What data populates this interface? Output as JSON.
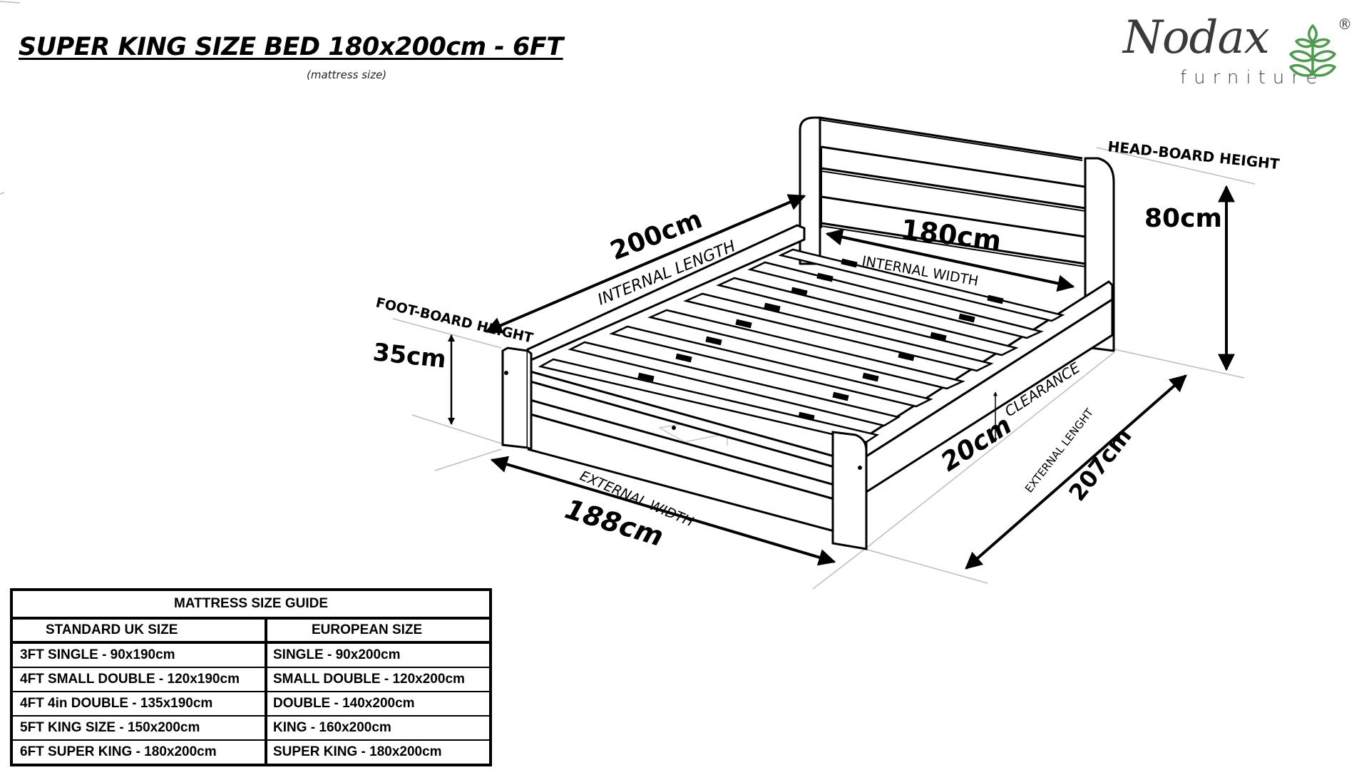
{
  "header": {
    "title": "SUPER KING SIZE BED 180x200cm - 6FT",
    "subtitle": "(mattress size)"
  },
  "logo": {
    "brand": "Nodax",
    "tagline": "furniture",
    "registered": "®",
    "icon": "leaf-icon",
    "brand_color": "#3a3a3a",
    "leaf_color": "#4e9a4e"
  },
  "diagram": {
    "internal_length": {
      "value": "200cm",
      "label": "INTERNAL LENGTH"
    },
    "internal_width": {
      "value": "180cm",
      "label": "INTERNAL WIDTH"
    },
    "headboard_height": {
      "value": "80cm",
      "label": "HEAD-BOARD HEIGHT"
    },
    "footboard_height": {
      "value": "35cm",
      "label": "FOOT-BOARD HEIGHT"
    },
    "clearance": {
      "value": "20cm",
      "label": "CLEARANCE"
    },
    "external_width": {
      "value": "188cm",
      "label": "EXTERNAL WIDTH"
    },
    "external_length": {
      "value": "207cm",
      "label": "EXTERNAL LENGHT"
    }
  },
  "size_guide": {
    "title": "MATTRESS SIZE GUIDE",
    "columns": [
      "STANDARD UK SIZE",
      "EUROPEAN SIZE"
    ],
    "rows": [
      [
        "3FT SINGLE - 90x190cm",
        "SINGLE - 90x200cm"
      ],
      [
        "4FT SMALL DOUBLE - 120x190cm",
        "SMALL DOUBLE  - 120x200cm"
      ],
      [
        "4FT 4in DOUBLE - 135x190cm",
        "DOUBLE - 140x200cm"
      ],
      [
        "5FT KING SIZE - 150x200cm",
        "KING - 160x200cm"
      ],
      [
        "6FT SUPER KING - 180x200cm",
        "SUPER KING  - 180x200cm"
      ]
    ]
  }
}
